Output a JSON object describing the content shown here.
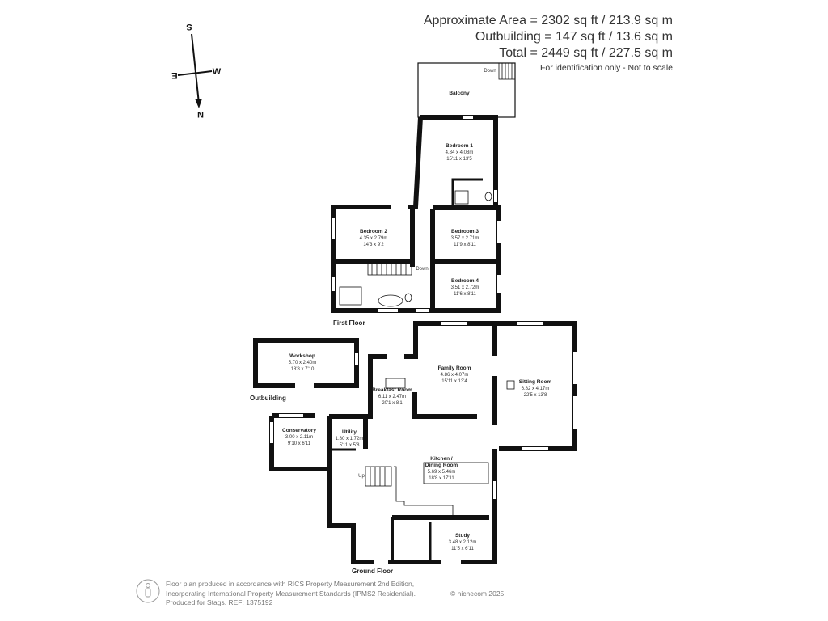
{
  "header": {
    "area_line": "Approximate Area = 2302 sq ft / 213.9 sq m",
    "outbuilding_line": "Outbuilding = 147 sq ft / 13.6 sq m",
    "total_line": "Total = 2449 sq ft / 227.5 sq m",
    "note": "For identification only - Not to scale"
  },
  "compass": {
    "n": "N",
    "s": "S",
    "e": "E",
    "w": "W"
  },
  "first_floor": {
    "label": "First Floor",
    "balcony": "Balcony",
    "down_balcony": "Down",
    "down_stairs": "Down",
    "rooms": [
      {
        "name": "Bedroom 1",
        "metric": "4.84 x 4.08m",
        "imperial": "15'11 x 13'5"
      },
      {
        "name": "Bedroom 2",
        "metric": "4.35 x 2.79m",
        "imperial": "14'3 x 9'2"
      },
      {
        "name": "Bedroom 3",
        "metric": "3.57 x 2.71m",
        "imperial": "11'9 x 8'11"
      },
      {
        "name": "Bedroom 4",
        "metric": "3.51 x 2.72m",
        "imperial": "11'6 x 8'11"
      }
    ]
  },
  "outbuilding": {
    "label": "Outbuilding",
    "room": {
      "name": "Workshop",
      "metric": "5.70 x 2.40m",
      "imperial": "18'8 x 7'10"
    }
  },
  "ground_floor": {
    "label": "Ground Floor",
    "up": "Up",
    "rooms": [
      {
        "name": "Family Room",
        "metric": "4.86 x 4.07m",
        "imperial": "15'11 x 13'4"
      },
      {
        "name": "Sitting Room",
        "metric": "6.82 x 4.17m",
        "imperial": "22'5 x 13'8"
      },
      {
        "name": "Breakfast Room",
        "metric": "6.11 x 2.47m",
        "imperial": "20'1 x 8'1"
      },
      {
        "name": "Conservatory",
        "metric": "3.00 x 2.11m",
        "imperial": "9'10 x 6'11"
      },
      {
        "name": "Utility",
        "metric": "1.80 x 1.72m",
        "imperial": "5'11 x 5'8"
      },
      {
        "name": "Kitchen /",
        "name2": "Dining Room",
        "metric": "5.69 x 5.46m",
        "imperial": "18'8 x 17'11"
      },
      {
        "name": "Study",
        "metric": "3.48 x 2.12m",
        "imperial": "11'5 x 6'11"
      }
    ]
  },
  "footer": {
    "line1": "Floor plan produced in accordance with RICS Property Measurement 2nd Edition,",
    "line2": "Incorporating International Property Measurement Standards (IPMS2 Residential).",
    "line3": "Produced for Stags.   REF: 1375192",
    "copyright": "© nichecom 2025."
  }
}
